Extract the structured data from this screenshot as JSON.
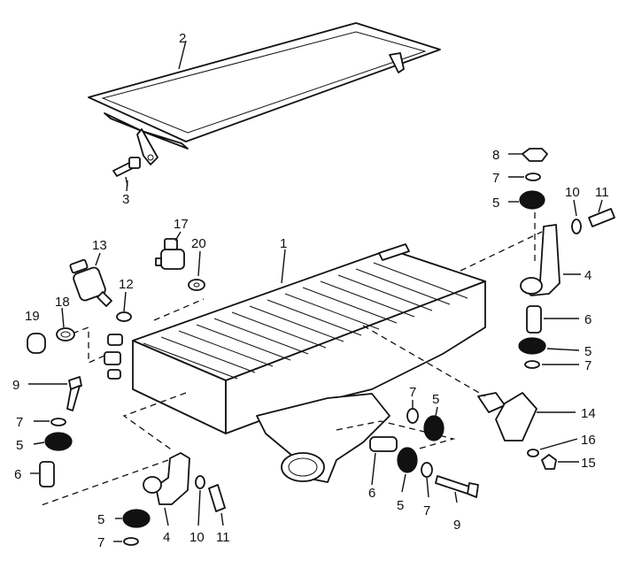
{
  "diagram": {
    "callouts": [
      {
        "id": "c2a",
        "text": "2"
      },
      {
        "id": "c3a",
        "text": "3"
      },
      {
        "id": "c8a",
        "text": "8"
      },
      {
        "id": "c7a",
        "text": "7"
      },
      {
        "id": "c5a",
        "text": "5"
      },
      {
        "id": "c10a",
        "text": "10"
      },
      {
        "id": "c11a",
        "text": "11"
      },
      {
        "id": "c17a",
        "text": "17"
      },
      {
        "id": "c20a",
        "text": "20"
      },
      {
        "id": "c13a",
        "text": "13"
      },
      {
        "id": "c1a",
        "text": "1"
      },
      {
        "id": "c4a",
        "text": "4"
      },
      {
        "id": "c12a",
        "text": "12"
      },
      {
        "id": "c18a",
        "text": "18"
      },
      {
        "id": "c19a",
        "text": "19"
      },
      {
        "id": "c6a",
        "text": "6"
      },
      {
        "id": "c5b",
        "text": "5"
      },
      {
        "id": "c7b",
        "text": "7"
      },
      {
        "id": "c9a",
        "text": "9"
      },
      {
        "id": "c7c",
        "text": "7"
      },
      {
        "id": "c14a",
        "text": "14"
      },
      {
        "id": "c5c",
        "text": "5"
      },
      {
        "id": "c7d",
        "text": "7"
      },
      {
        "id": "c16a",
        "text": "16"
      },
      {
        "id": "c6b",
        "text": "6"
      },
      {
        "id": "c15a",
        "text": "15"
      },
      {
        "id": "c5d",
        "text": "5"
      },
      {
        "id": "c7e",
        "text": "7"
      },
      {
        "id": "c9b",
        "text": "9"
      },
      {
        "id": "c6c",
        "text": "6"
      },
      {
        "id": "c5e",
        "text": "5"
      },
      {
        "id": "c4b",
        "text": "4"
      },
      {
        "id": "c10b",
        "text": "10"
      },
      {
        "id": "c11b",
        "text": "11"
      },
      {
        "id": "c5f",
        "text": "5"
      },
      {
        "id": "c7f",
        "text": "7"
      }
    ]
  }
}
